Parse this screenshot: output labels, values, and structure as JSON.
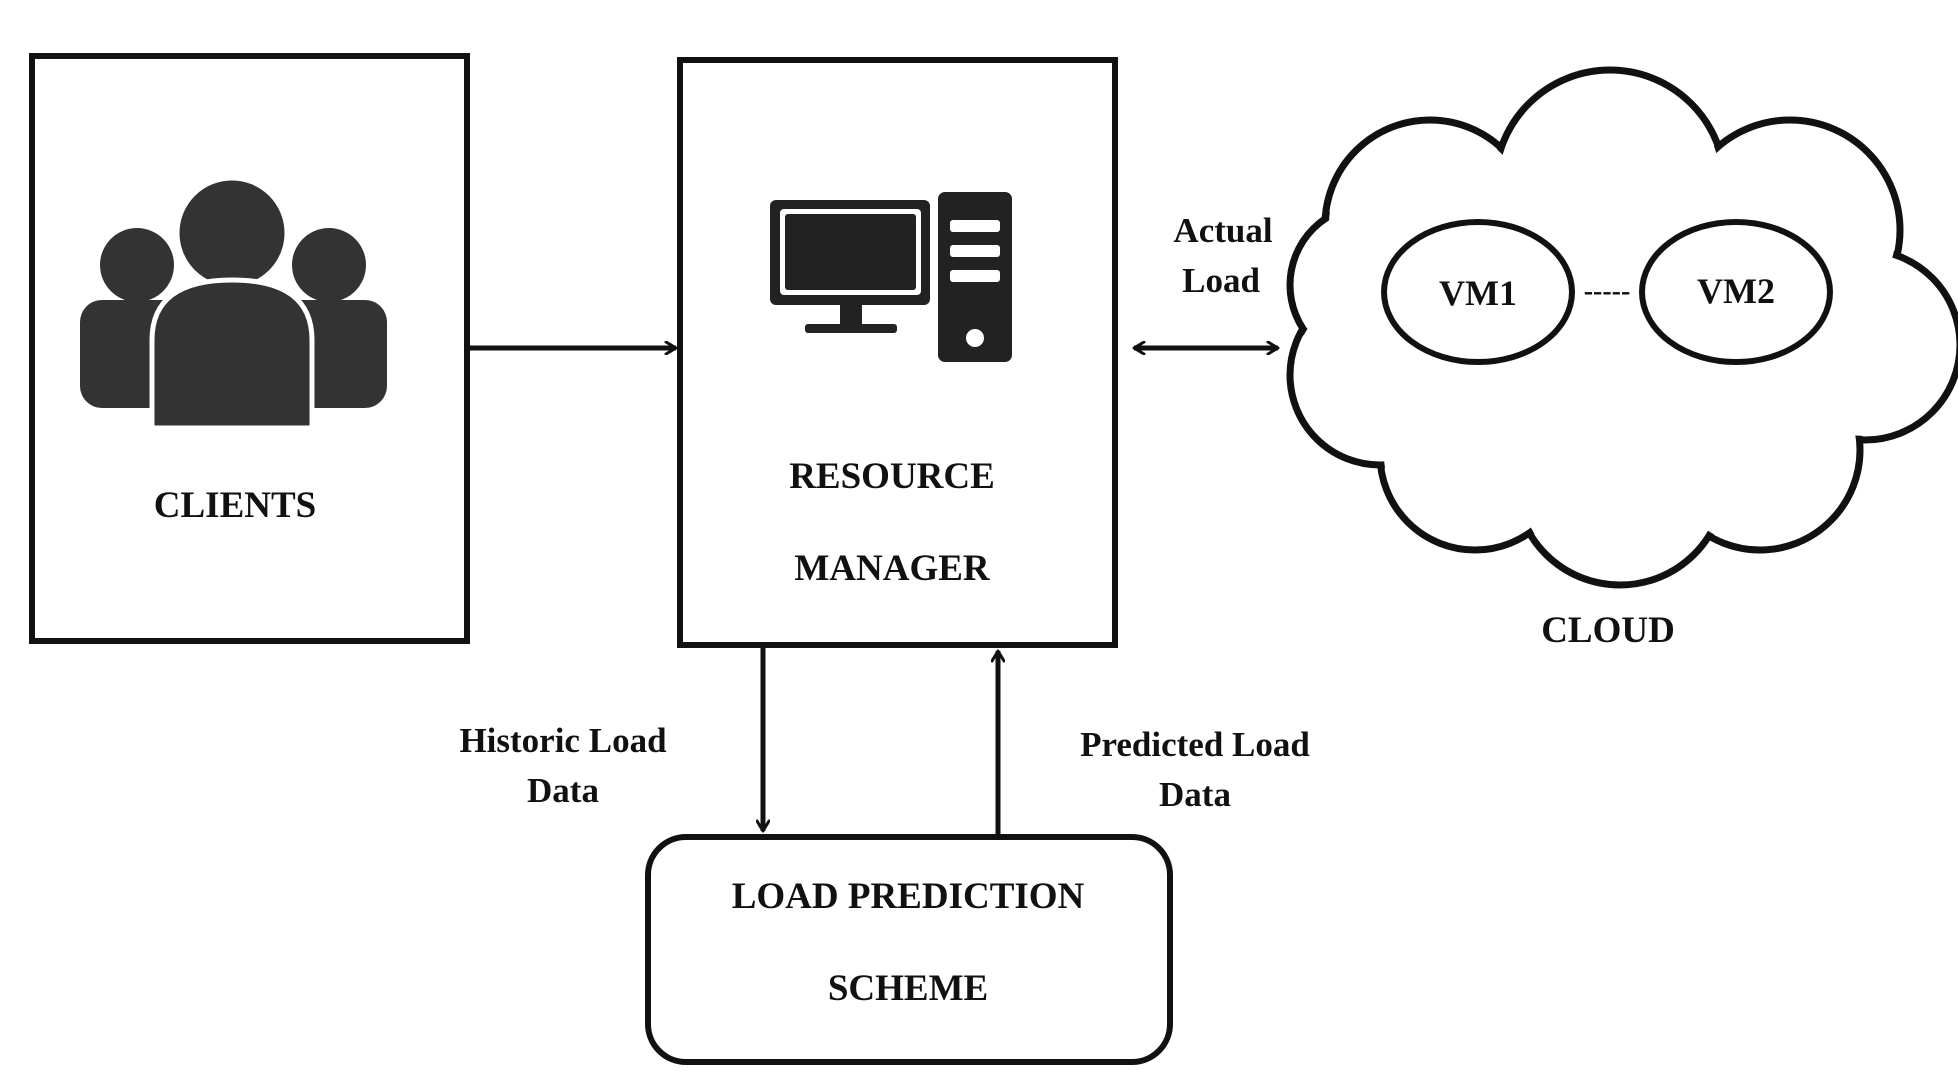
{
  "clients": {
    "label": "CLIENTS",
    "icon": "users-group-icon"
  },
  "resource_manager": {
    "label_line1": "RESOURCE",
    "label_line2": "MANAGER",
    "icon": "desktop-computer-icon"
  },
  "cloud": {
    "label": "CLOUD",
    "vm1": "VM1",
    "vm2": "VM2",
    "vm_link": "-----"
  },
  "load_prediction": {
    "label_line1": "LOAD PREDICTION",
    "label_line2": "SCHEME"
  },
  "edges": {
    "actual_load_line1": "Actual",
    "actual_load_line2": "Load",
    "historic_line1": "Historic Load",
    "historic_line2": "Data",
    "predicted_line1": "Predicted Load",
    "predicted_line2": "Data"
  },
  "colors": {
    "stroke": "#111111",
    "icon_fill": "#333333",
    "background": "#ffffff"
  }
}
